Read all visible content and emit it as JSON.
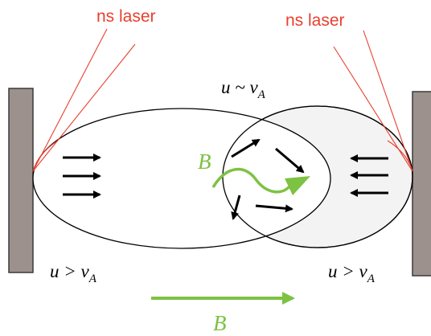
{
  "labels": {
    "laser_left": "ns laser",
    "laser_right": "ns laser",
    "u_sim_vA": "u ~ v",
    "u_sim_vA_sub": "A",
    "u_gt_vA_left": "u > v",
    "u_gt_vA_left_sub": "A",
    "u_gt_vA_right": "u > v",
    "u_gt_vA_right_sub": "A",
    "B_center": "B",
    "B_bottom": "B"
  },
  "colors": {
    "laser": "#e8402f",
    "field": "#7dc242",
    "target": "#9c918d",
    "target_stroke": "#3a3a3a",
    "plasma_fill": "#f3f3f3",
    "ink": "#000000"
  },
  "icons": {
    "flow_arrows": "right-arrow-icon",
    "field_arrow": "long-right-arrow-icon"
  }
}
